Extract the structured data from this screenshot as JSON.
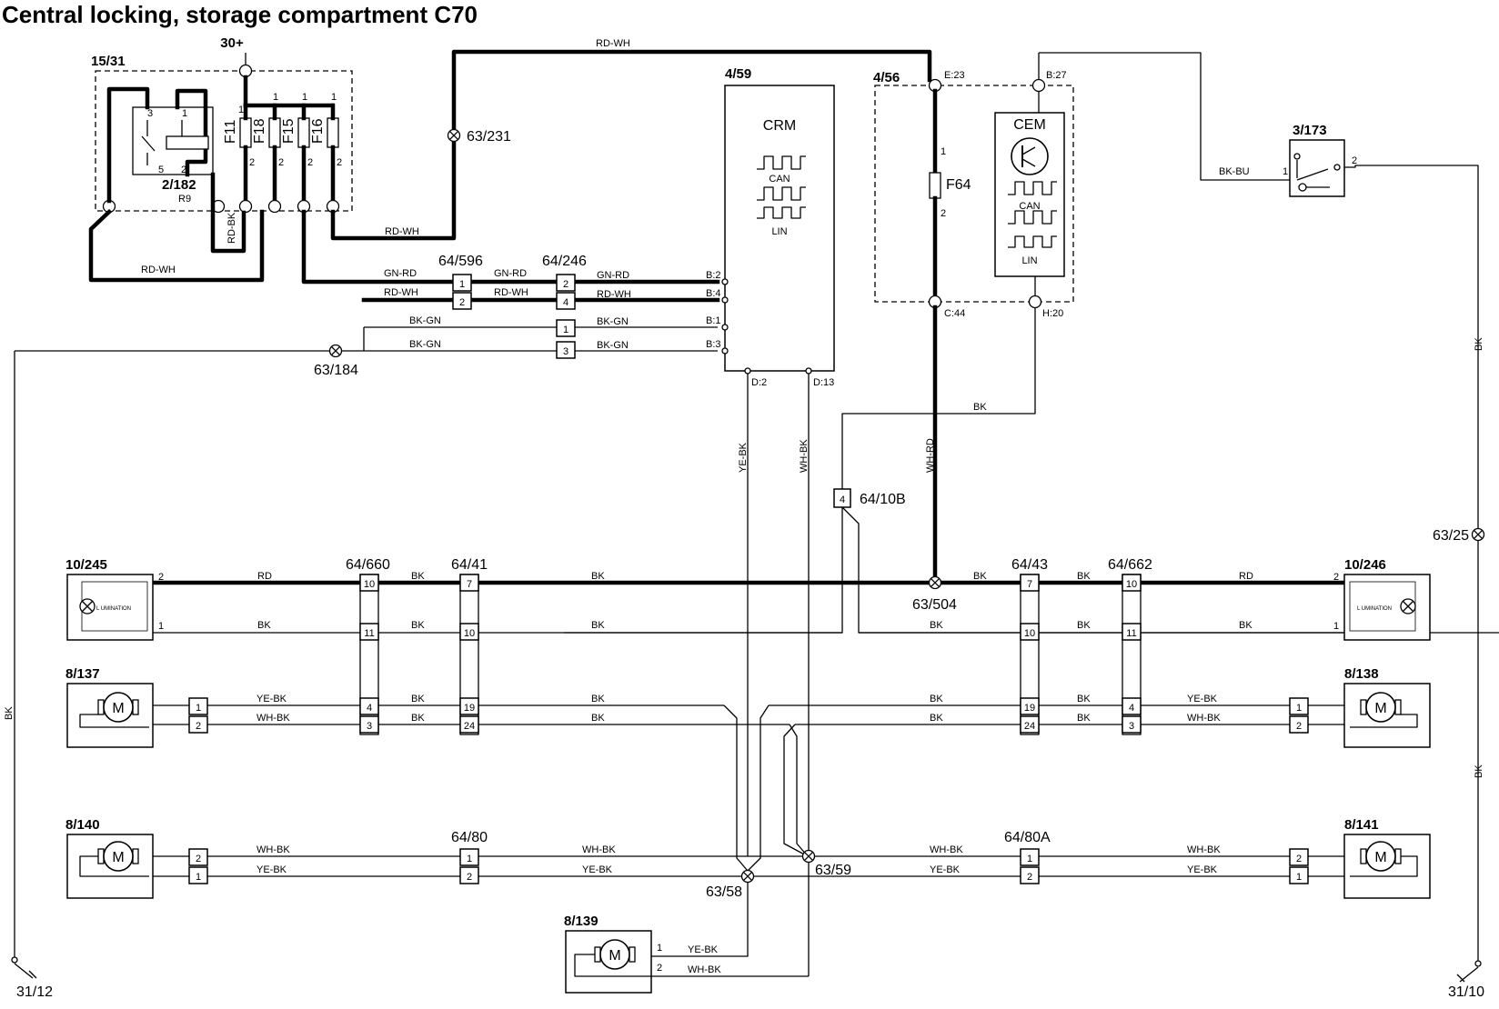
{
  "title": "Central locking, storage compartment C70",
  "supply": "30+",
  "components": {
    "c_15_31": "15/31",
    "relay": "2/182",
    "relay_ref": "R9",
    "fuses": [
      "F11",
      "F18",
      "F15",
      "F16"
    ],
    "fuse_f64": "F64",
    "c_4_59": "4/59",
    "crm": "CRM",
    "c_4_56": "4/56",
    "cem": "CEM",
    "can": "CAN",
    "lin": "LIN",
    "c_3_173": "3/173",
    "c_10_245": "10/245",
    "c_10_246": "10/246",
    "c_8_137": "8/137",
    "c_8_138": "8/138",
    "c_8_140": "8/140",
    "c_8_141": "8/141",
    "c_8_139": "8/139",
    "motor": "M",
    "lamp_text": "L UMINATION"
  },
  "connectors": {
    "c64_596": "64/596",
    "c64_246": "64/246",
    "c64_660": "64/660",
    "c64_41": "64/41",
    "c64_43": "64/43",
    "c64_662": "64/662",
    "c64_80": "64/80",
    "c64_80a": "64/80A",
    "c64_10b": "64/10B"
  },
  "splices": {
    "s63_231": "63/231",
    "s63_184": "63/184",
    "s63_504": "63/504",
    "s63_25": "63/25",
    "s63_58": "63/58",
    "s63_59": "63/59"
  },
  "grounds": {
    "g31_12": "31/12",
    "g31_10": "31/10"
  },
  "pins": {
    "b2": "B:2",
    "b4": "B:4",
    "b1": "B:1",
    "b3": "B:3",
    "d2": "D:2",
    "d13": "D:13",
    "e23": "E:23",
    "b27": "B:27",
    "c44": "C:44",
    "h20": "H:20"
  },
  "wires": {
    "rd_wh": "RD-WH",
    "rd_bk": "RD-BK",
    "gn_rd": "GN-RD",
    "bk_gn": "BK-GN",
    "bk_bu": "BK-BU",
    "bk": "BK",
    "rd": "RD",
    "ye_bk": "YE-BK",
    "wh_bk": "WH-BK",
    "wh_rd": "WH-RD"
  }
}
